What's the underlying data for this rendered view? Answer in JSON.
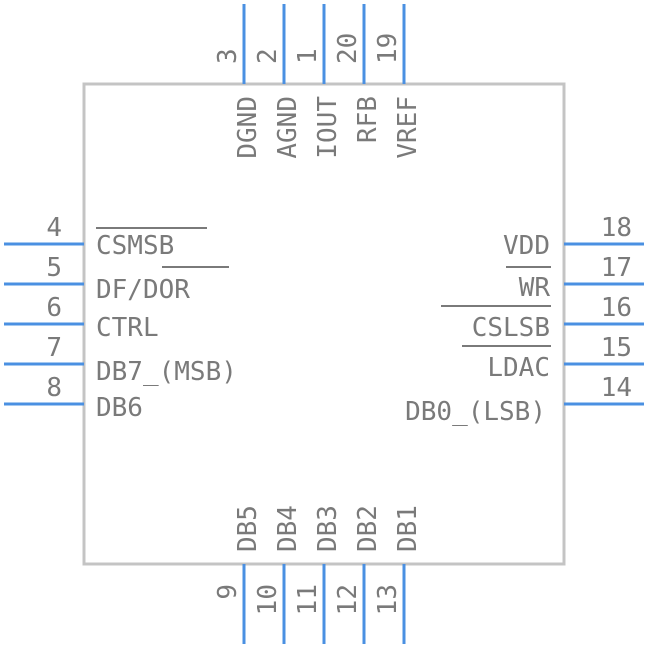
{
  "colors": {
    "pin": "#4a90e2",
    "body": "#c4c4c4",
    "text": "#7a7a7a",
    "background": "#ffffff"
  },
  "pins": {
    "top": [
      {
        "number": "3",
        "name": "DGND",
        "overbar": false
      },
      {
        "number": "2",
        "name": "AGND",
        "overbar": false
      },
      {
        "number": "1",
        "name": "IOUT",
        "overbar": false
      },
      {
        "number": "20",
        "name": "RFB",
        "overbar": false
      },
      {
        "number": "19",
        "name": "VREF",
        "overbar": false
      }
    ],
    "left": [
      {
        "number": "4",
        "name": "CSMSB",
        "overbar": true
      },
      {
        "number": "5",
        "name": "DF/DOR",
        "overbar_part": "DOR"
      },
      {
        "number": "6",
        "name": "CTRL",
        "overbar": false
      },
      {
        "number": "7",
        "name": "DB7_(MSB)",
        "overbar": false
      },
      {
        "number": "8",
        "name": "DB6",
        "overbar": false
      }
    ],
    "right": [
      {
        "number": "18",
        "name": "VDD",
        "overbar": false
      },
      {
        "number": "17",
        "name": "WR",
        "overbar": true
      },
      {
        "number": "16",
        "name": "CSLSB",
        "overbar": true
      },
      {
        "number": "15",
        "name": "LDAC",
        "overbar": true
      },
      {
        "number": "14",
        "name": "DB0_(LSB)",
        "overbar": false
      }
    ],
    "bottom": [
      {
        "number": "9",
        "name": "DB5",
        "overbar": false
      },
      {
        "number": "10",
        "name": "DB4",
        "overbar": false
      },
      {
        "number": "11",
        "name": "DB3",
        "overbar": false
      },
      {
        "number": "12",
        "name": "DB2",
        "overbar": false
      },
      {
        "number": "13",
        "name": "DB1",
        "overbar": false
      }
    ]
  }
}
